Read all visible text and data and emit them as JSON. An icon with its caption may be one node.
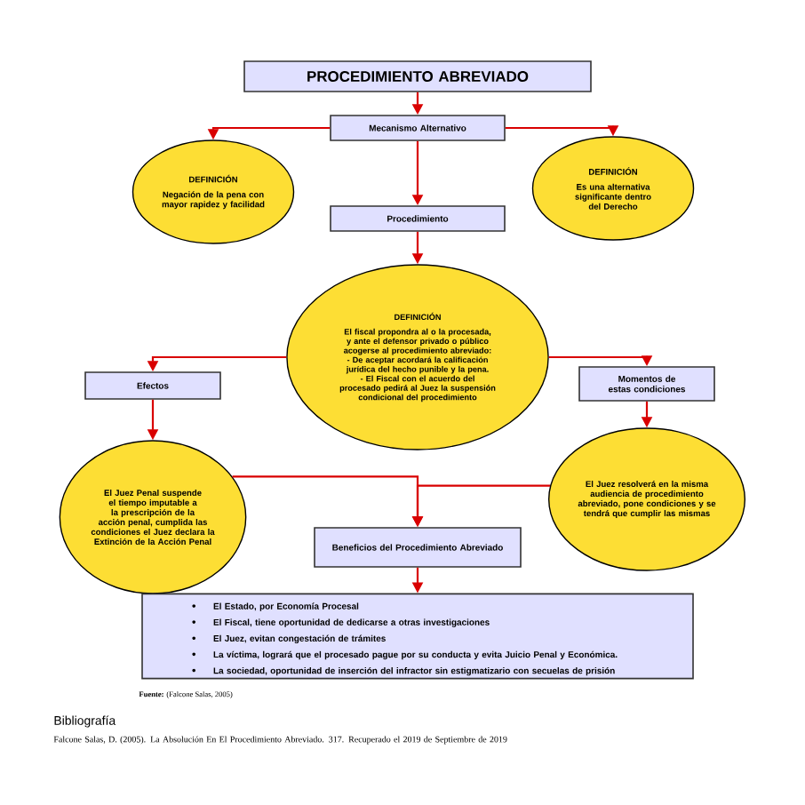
{
  "diagram": {
    "nodes": [
      {
        "text": [
          "PROCEDIMIENTO ABREVIADO"
        ]
      },
      {
        "text": [
          "Mecanismo Alternativo"
        ]
      },
      {
        "text": [
          "DEFINICIÓN",
          "Negación de la pena con mayor rapidez y facilidad"
        ]
      },
      {
        "text": [
          "DEFINICIÓN",
          "Es una alternativa significante dentro del Derecho"
        ]
      },
      {
        "text": [
          "Procedimiento"
        ]
      },
      {
        "text": [
          "DEFINICIÓN",
          "El fiscal propondra al o la procesada, y ante el defensor privado o público acogerse al procedimiento abreviado:",
          "- De aceptar acordará la calificación jurídica del hecho punible y la pena.",
          "- El Fiscal con el acuerdo del procesado pedirá al Juez la suspensión condicional del procedimiento"
        ]
      },
      {
        "text": [
          "Efectos"
        ]
      },
      {
        "text": [
          "Momentos de estas condiciones"
        ]
      },
      {
        "text": [
          "El Juez Penal suspende el tiempo imputable a la prescripción de la acción penal, cumplida las condiciones el Juez declara la Extinción de la Acción Penal"
        ]
      },
      {
        "text": [
          "El Juez resolverá en la misma audiencia de procedimiento abreviado, pone condiciones y se tendrá que cumplir las mismas"
        ]
      },
      {
        "text": [
          "Beneficios del Procedimiento Abreviado"
        ]
      },
      {
        "text": [
          "El Estado, por Economía Procesal",
          "El Fiscal, tiene oportunidad de dedicarse a otras investigaciones",
          "El Juez, evitan congestación de trámites",
          "La víctima, logrará que el procesado pague por su conducta y evita Juicio Penal y Económica.",
          "La sociedad, oportunidad de inserción del infractor sin estigmatizario con secuelas de prisión"
        ]
      }
    ],
    "edges": [
      {
        "from": 0,
        "to": 1,
        "arrow": "to"
      },
      {
        "from": 1,
        "to": 2,
        "arrow": "to"
      },
      {
        "from": 1,
        "to": 3,
        "arrow": "to"
      },
      {
        "from": 1,
        "to": 4,
        "arrow": "to"
      },
      {
        "from": 4,
        "to": 5,
        "arrow": "to"
      },
      {
        "from": 5,
        "to": 6,
        "arrow": "to"
      },
      {
        "from": 5,
        "to": 7,
        "arrow": "to"
      },
      {
        "from": 6,
        "to": 8,
        "arrow": "to"
      },
      {
        "from": 7,
        "to": 9,
        "arrow": "to"
      },
      {
        "from": 8,
        "to": 10,
        "arrow": "to"
      },
      {
        "from": 9,
        "to": 10,
        "arrow": "to"
      },
      {
        "from": 10,
        "to": 11,
        "arrow": "to"
      }
    ],
    "labels": [
      "**Fuente:** (Falcone Salas, 2005)",
      "Bibliografía",
      "Falcone Salas, D. (2005). La Absolución En El Procedimiento Abreviado. 317. Recuperado el 2019 de Septiembre de 2019"
    ]
  }
}
